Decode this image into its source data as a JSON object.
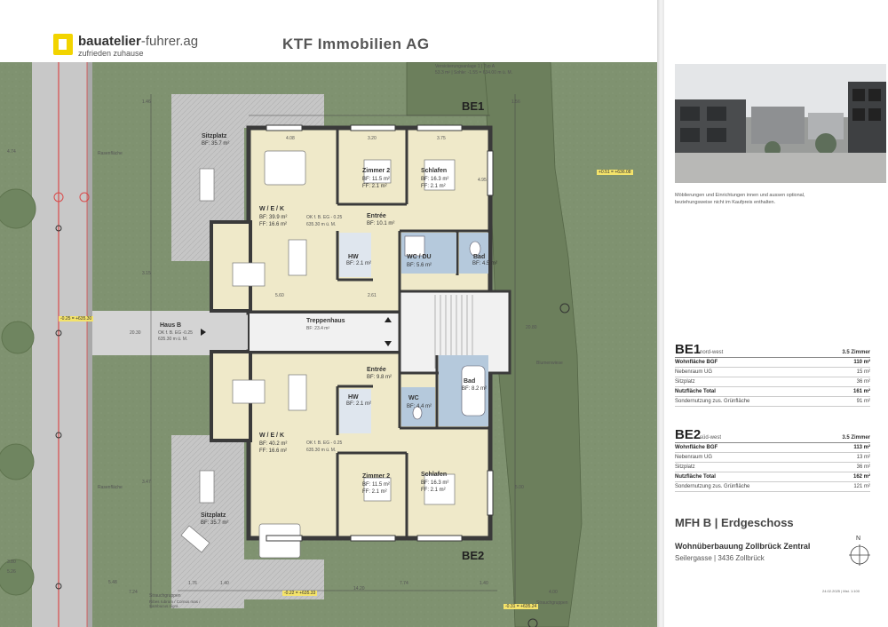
{
  "header": {
    "logo_bold": "bauatelier",
    "logo_rest": "-fuhrer.ag",
    "logo_sub": "zufrieden zuhause",
    "company": "KTF Immobilien AG"
  },
  "plan": {
    "versickerung": "Versickerungsanlage 1 | Typ A",
    "versickerung_sub": "53.3 m² | Sohle: -1.55 = 634.00 m ü. M.",
    "be1_label": "BE1",
    "be2_label": "BE2",
    "rasen_label": "Rasenfläche",
    "blumenwiese": "Blumenwiese",
    "strauchgruppen_left": "Strauchgruppen",
    "strauchgruppen_left_sub": "Ribes rubrum / Cornus mas / Sambucus nigra",
    "strauchgruppen_right": "Strauchgruppen",
    "haus_b": "Haus B",
    "haus_b_ok": "OK f. B. EG -0.25",
    "haus_b_elev": "635.30 m ü. M.",
    "treppenhaus": "Treppenhaus",
    "treppenhaus_bf": "BF: 23.4 m²",
    "upper": {
      "sitzplatz": "Sitzplatz",
      "sitzplatz_bf": "BF: 35.7 m²",
      "wek": "W / E / K",
      "wek_bf": "BF: 39.9 m²",
      "wek_ff": "FF: 16.6 m²",
      "ok": "OK f. B. EG - 0.25",
      "ok_elev": "635.30 m ü. M.",
      "zimmer2": "Zimmer 2",
      "zimmer2_bf": "BF: 11.5 m²",
      "zimmer2_ff": "FF: 2.1 m²",
      "schlafen": "Schlafen",
      "schlafen_bf": "BF: 16.3 m²",
      "schlafen_ff": "FF: 2.1 m²",
      "entree": "Entrée",
      "entree_bf": "BF: 10.1 m²",
      "hw": "HW",
      "hw_bf": "BF: 2.1 m²",
      "wcdu": "WC / DU",
      "wcdu_bf": "BF: 5.6 m²",
      "bad": "Bad",
      "bad_bf": "BF: 4.5 m²"
    },
    "lower": {
      "sitzplatz": "Sitzplatz",
      "sitzplatz_bf": "BF: 35.7 m²",
      "wek": "W / E / K",
      "wek_bf": "BF: 40.2 m²",
      "wek_ff": "FF: 16.6 m²",
      "ok": "OK f. B. EG - 0.25",
      "ok_elev": "635.30 m ü. M.",
      "zimmer2": "Zimmer 2",
      "zimmer2_bf": "BF: 11.5 m²",
      "zimmer2_ff": "FF: 2.1 m²",
      "schlafen": "Schlafen",
      "schlafen_bf": "BF: 16.3 m²",
      "schlafen_ff": "FF: 2.1 m²",
      "entree": "Entrée",
      "entree_bf": "BF: 9.8 m²",
      "hw": "HW",
      "hw_bf": "BF: 2.1 m²",
      "wc": "WC",
      "wc_bf": "BF: 4.4 m²",
      "bad": "Bad",
      "bad_bf": "BF: 8.2 m²"
    },
    "tags": {
      "t1": "+0.51 = +636.08",
      "t2": "-0.25 = +635.30",
      "t3": "-0.22 = +635.33",
      "t4": "-0.31 = +635.24"
    },
    "dims": {
      "bottom_total": "14.20",
      "d1": "1.76",
      "d2": "1.40",
      "d3": "7.74",
      "d4": "1.40",
      "d5": "4.00",
      "d_left1": "5.48",
      "d_left2": "7.24",
      "d_left3": "3.80",
      "d_left4": "5.26",
      "d_left5": "4.74",
      "d_vert": "20.30",
      "d_vert2": "20.80",
      "d_a": "4.08",
      "d_b": "3.20",
      "d_c": "3.75",
      "d_d": "5.60",
      "d_e": "2.61",
      "d_f": "1.46",
      "d_g": "3.15",
      "d_h": "1.56",
      "d_i": "4.95",
      "d_j": "5.00",
      "d_k": "3.47"
    }
  },
  "right": {
    "disclaimer": "Möblierungen und Einrichtungen innen und aussen optional, beziehungsweise nicht im Kaufpreis enthalten.",
    "be1": {
      "id": "BE1",
      "loc": "nord-west",
      "rooms": "3.5 Zimmer",
      "rows": [
        {
          "label": "Wohnfläche BGF",
          "value": "110 m²",
          "bold": true
        },
        {
          "label": "Nebenraum UG",
          "value": "15 m²",
          "bold": false
        },
        {
          "label": "Sitzplatz",
          "value": "36 m²",
          "bold": false
        },
        {
          "label": "Nutzfläche Total",
          "value": "161 m²",
          "bold": true
        },
        {
          "label": "Sondernutzung zus. Grünfläche",
          "value": "91 m²",
          "bold": false
        }
      ]
    },
    "be2": {
      "id": "BE2",
      "loc": "süd-west",
      "rooms": "3.5 Zimmer",
      "rows": [
        {
          "label": "Wohnfläche BGF",
          "value": "113 m²",
          "bold": true
        },
        {
          "label": "Nebenraum UG",
          "value": "13 m²",
          "bold": false
        },
        {
          "label": "Sitzplatz",
          "value": "36 m²",
          "bold": false
        },
        {
          "label": "Nutzfläche Total",
          "value": "162 m²",
          "bold": true
        },
        {
          "label": "Sondernutzung zus. Grünfläche",
          "value": "121 m²",
          "bold": false
        }
      ]
    },
    "title": "MFH B | Erdgeschoss",
    "project": "Wohnüberbauung Zollbrück Zentral",
    "address": "Seilergasse | 3436 Zollbrück",
    "north": "N",
    "footer": "24.02.2025 | Mst. 1:100"
  },
  "colors": {
    "grass": "#7f9270",
    "room": "#efe9c9",
    "wet": "#b5c9dc",
    "stair": "#f1f1f1",
    "wall": "#3a3a3a",
    "paving": "#bdbdbd",
    "accent_tag": "#f4e36a"
  }
}
